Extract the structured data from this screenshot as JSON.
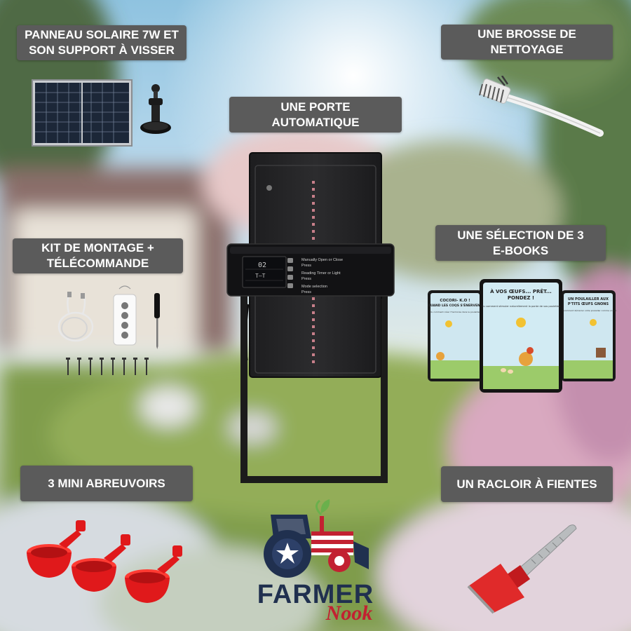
{
  "labels": {
    "solar_panel": [
      "PANNEAU SOLAIRE 7W ET",
      "SON SUPPORT À VISSER"
    ],
    "brush": [
      "UNE BROSSE DE",
      "NETTOYAGE"
    ],
    "door": [
      "UNE PORTE",
      "AUTOMATIQUE"
    ],
    "mounting_kit": [
      "KIT DE MONTAGE +",
      "TÉLÉCOMMANDE"
    ],
    "ebooks": [
      "UNE SÉLECTION DE 3",
      "E-BOOKS"
    ],
    "waterers": [
      "3 MINI ABREUVOIRS"
    ],
    "scraper": [
      "UN RACLOIR À FIENTES"
    ]
  },
  "door_panel": {
    "screen_time": "02",
    "screen_mid": "T–T",
    "options": [
      "Manually Open or Close",
      "Reading Timer or Light",
      "Mode selection"
    ],
    "option_subs": [
      "Press",
      "Press",
      "Press"
    ]
  },
  "ebooks": {
    "left_title": [
      "COCORI- K.O !",
      "QUAND LES COQS S'ÉNERVENT"
    ],
    "left_sub": "Ou comment créer l'harmonie dans le poulailler",
    "center_title": [
      "À VOS ŒUFS... PRÊT...",
      "PONDEZ !"
    ],
    "center_sub": "Ou comment stimuler naturellement la ponte de vos poulettes",
    "right_title": [
      "UN POULAILLER AUX",
      "P'TITS ŒUFS GNONS"
    ],
    "right_sub": "Ou comment démarrer votre poulailler comme un pro"
  },
  "brand": {
    "line1": "FARMER",
    "line2": "Nook"
  },
  "colors": {
    "label_bg": "#5b5b5b",
    "brand_navy": "#20304f",
    "brand_red": "#c22131",
    "waterer_red": "#e0191b"
  },
  "icons": [
    "solar-panel-icon",
    "mount-bracket-icon",
    "brush-icon",
    "automatic-door-icon",
    "cable-icon",
    "remote-control-icon",
    "screwdriver-icon",
    "screw-icon",
    "ebook-tablet-icon",
    "waterer-cup-icon",
    "scraper-icon",
    "tractor-logo-icon"
  ]
}
